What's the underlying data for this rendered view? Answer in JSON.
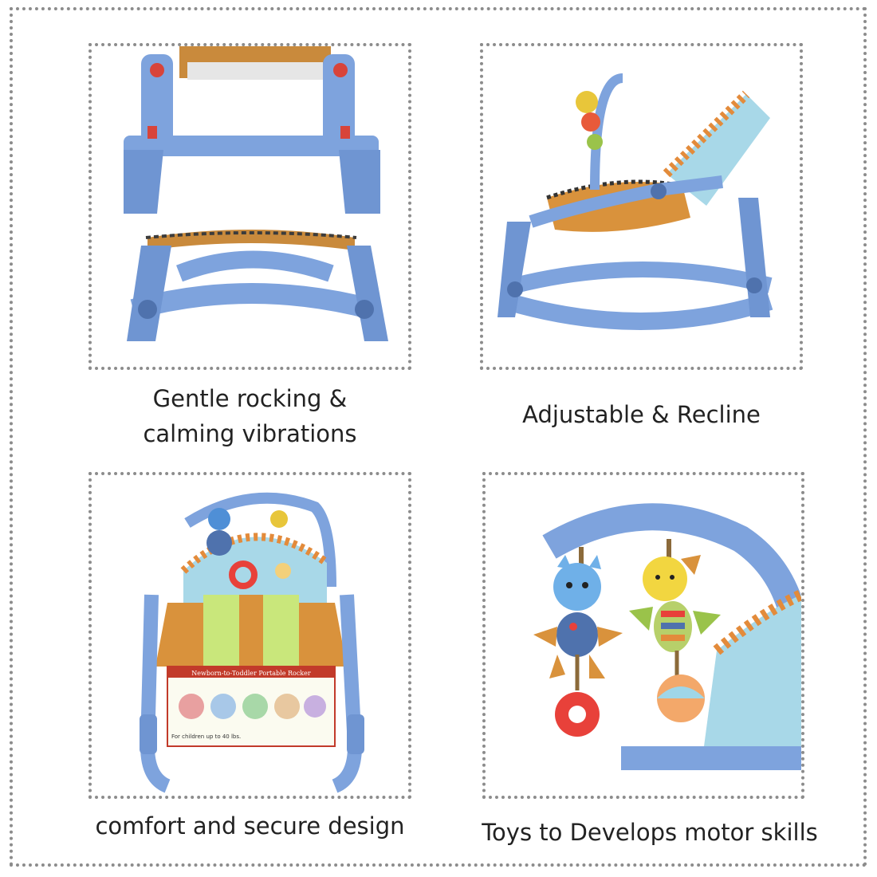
{
  "features": [
    {
      "caption_line1": "Gentle rocking &",
      "caption_line2": "calming vibrations",
      "image": "rocker-base-and-frame"
    },
    {
      "caption": "Adjustable & Recline",
      "image": "reclined-rocker-side-view"
    },
    {
      "caption": "comfort and secure design",
      "image": "rocker-front-view-with-box"
    },
    {
      "caption": "Toys to Develops motor skills",
      "image": "hanging-toys-closeup"
    }
  ],
  "box": {
    "title": "Newborn-to-Toddler Portable Rocker",
    "subtitle": "For children up to 40 lbs."
  },
  "colors": {
    "frame_blue": "#7ea3dd",
    "seat_orange": "#d9923c",
    "fabric_aqua": "#a8d8e8",
    "border_gray": "#8c8c8c"
  }
}
